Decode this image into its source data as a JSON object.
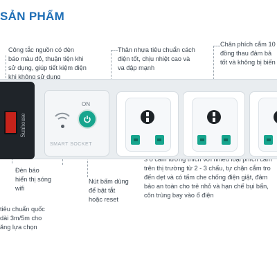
{
  "header": {
    "title": "SẢN PHẨM"
  },
  "notes": {
    "switch": [
      "Công tắc nguồn có đèn",
      "báo màu đỏ, thuận tiện khi",
      "sử dụng, giúp tiết kiệm điện",
      "khi không sử dụng"
    ],
    "body": [
      "Thân nhựa tiêu chuẩn cách",
      "điện tốt, chịu nhiệt cao và",
      "va đập mạnh"
    ],
    "pins": [
      "Chân phích cắm 10",
      "đồng thau đảm bả",
      "tốt và không bị biến"
    ],
    "wifi_led": [
      "Đèn báo",
      "hiển thị sóng",
      "wifi"
    ],
    "reset": [
      "Nút bấm dùng",
      "để bật tắt",
      "hoặc reset"
    ],
    "outlets": [
      "3 ổ cắm tương thích với nhiều loại phích cắm",
      "trên thị trường từ 2 - 3 chấu, tự chặn cắm tro",
      "đến dẹt và có tấm che chống điện giật, đảm",
      "bảo an toàn cho trẻ nhỏ và hạn chế bụi bẩn,",
      "côn trùng bay vào ổ điện"
    ],
    "cable": [
      "tiêu chuẩn quốc",
      "dài 3m/5m cho",
      "ăng lựa chọn"
    ]
  },
  "device": {
    "module_on_label": "ON",
    "module_label": "SMART SOCKET",
    "brand_text": "Sunhouse"
  },
  "colors": {
    "accent": "#1f6fb6",
    "teal": "#17a58e",
    "switch": "#c6231b",
    "body": "#1f2429"
  },
  "icons": [
    "wifi-icon",
    "power-icon"
  ]
}
